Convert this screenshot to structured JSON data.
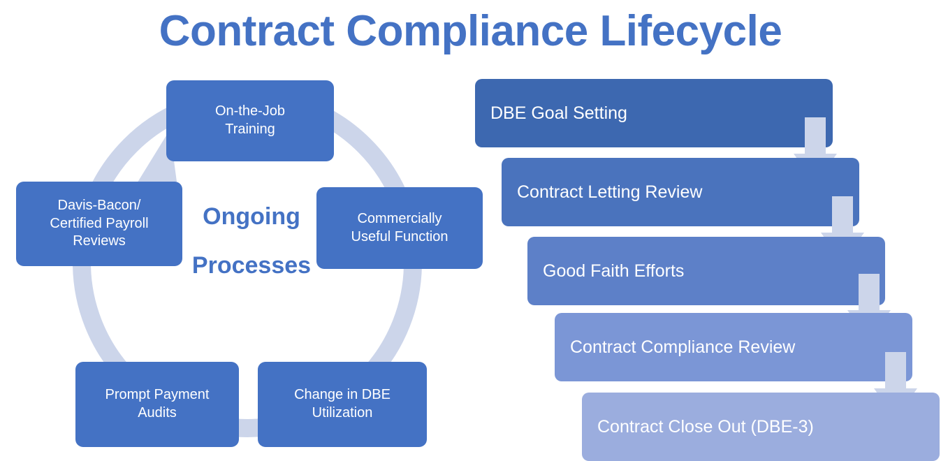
{
  "title": "Contract Compliance Lifecycle",
  "colors": {
    "title": "#4472C4",
    "cycle_node": "#4472C4",
    "ring": "#ccd5ea",
    "arrow": "#ccd5ea",
    "flow_step_1": "#3d68b0",
    "flow_step_2": "#4a73bd",
    "flow_step_3": "#5d80c8",
    "flow_step_4": "#7b96d6",
    "flow_step_5": "#9badde",
    "text_on_fill": "#ffffff"
  },
  "cycle": {
    "center_label_line1": "Ongoing",
    "center_label_line2": "Processes",
    "nodes": [
      {
        "id": "on-the-job-training",
        "line1": "On-the-Job",
        "line2": "Training"
      },
      {
        "id": "commercially-useful-function",
        "line1": "Commercially",
        "line2": "Useful Function"
      },
      {
        "id": "change-in-dbe-utilization",
        "line1": "Change in DBE",
        "line2": "Utilization"
      },
      {
        "id": "prompt-payment-audits",
        "line1": "Prompt Payment",
        "line2": "Audits"
      },
      {
        "id": "davis-bacon-certified-payroll-reviews",
        "line1": "Davis-Bacon/",
        "line2": "Certified Payroll",
        "line3": "Reviews"
      }
    ]
  },
  "flow": {
    "steps": [
      {
        "id": "dbe-goal-setting",
        "label": "DBE Goal Setting"
      },
      {
        "id": "contract-letting-review",
        "label": "Contract Letting Review"
      },
      {
        "id": "good-faith-efforts",
        "label": "Good Faith Efforts"
      },
      {
        "id": "contract-compliance-review",
        "label": "Contract Compliance Review"
      },
      {
        "id": "contract-close-out-dbe-3",
        "label": "Contract Close Out (DBE-3)"
      }
    ]
  }
}
